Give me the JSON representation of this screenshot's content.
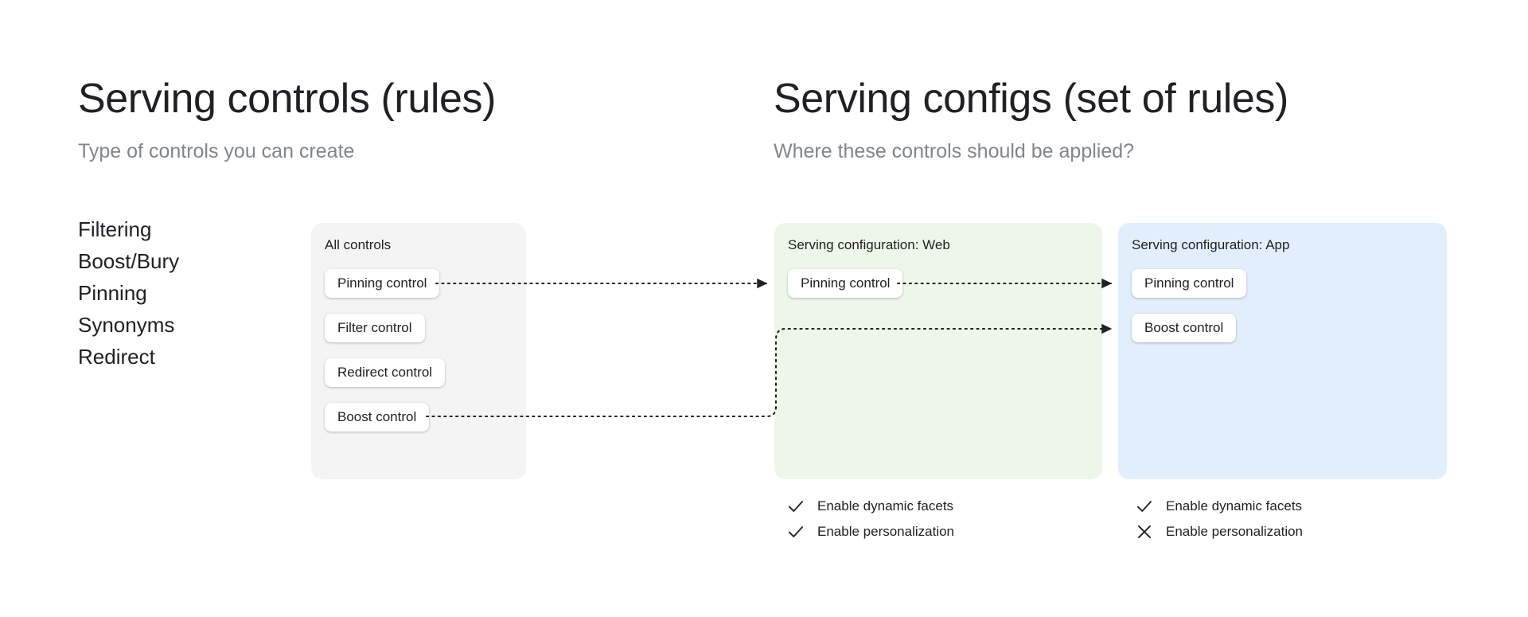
{
  "left_column": {
    "heading": "Serving controls (rules)",
    "subheading": "Type of controls you can create",
    "control_types": [
      "Filtering",
      "Boost/Bury",
      "Pinning",
      "Synonyms",
      "Redirect"
    ]
  },
  "right_column": {
    "heading": "Serving configs (set of rules)",
    "subheading": "Where these controls should be applied?"
  },
  "panels": {
    "all_controls": {
      "title": "All controls",
      "background": "#f4f4f4",
      "chips": [
        "Pinning control",
        "Filter control",
        "Redirect control",
        "Boost control"
      ]
    },
    "serving_config_web": {
      "title": "Serving configuration: Web",
      "background": "#eef6ea",
      "chips": [
        "Pinning control"
      ],
      "options": [
        {
          "label": "Enable dynamic facets",
          "state": "check",
          "icon": "check-icon"
        },
        {
          "label": "Enable personalization",
          "state": "check",
          "icon": "check-icon"
        }
      ]
    },
    "serving_config_app": {
      "title": "Serving configuration: App",
      "background": "#e2eefb",
      "chips": [
        "Pinning control",
        "Boost control"
      ],
      "options": [
        {
          "label": "Enable dynamic facets",
          "state": "check",
          "icon": "check-icon"
        },
        {
          "label": "Enable personalization",
          "state": "cross",
          "icon": "cross-icon"
        }
      ]
    }
  },
  "connectors": {
    "style": "dotted",
    "color": "#202124",
    "flows": [
      {
        "from": "all_controls.Pinning control",
        "to": "serving_config_web.Pinning control"
      },
      {
        "from": "serving_config_web.Pinning control",
        "to": "serving_config_app.Pinning control"
      },
      {
        "from": "all_controls.Boost control",
        "to": "serving_config_app.Boost control"
      }
    ]
  },
  "colors": {
    "text": "#202124",
    "muted_text": "#80868b",
    "panel_gray": "#f4f4f4",
    "panel_green": "#eef6ea",
    "panel_blue": "#e2eefb",
    "chip_white": "#ffffff",
    "background": "#ffffff"
  }
}
